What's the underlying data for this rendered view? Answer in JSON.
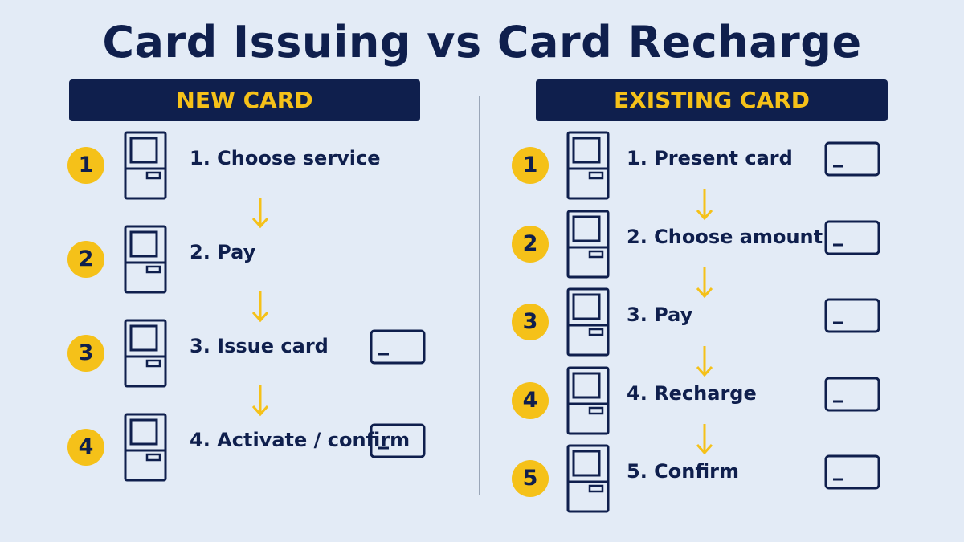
{
  "title": "Card Issuing vs Card Recharge",
  "colors": {
    "background": "#e3ebf6",
    "navy": "#0f1f4d",
    "accent": "#f5c119",
    "divider": "#9aa6b8"
  },
  "icons": {
    "kiosk": "kiosk-icon",
    "card": "card-icon",
    "arrow": "arrow-down-icon"
  },
  "new_card": {
    "header": "NEW CARD",
    "steps": [
      {
        "number": "1",
        "label": "1. Choose service",
        "card": false
      },
      {
        "number": "2",
        "label": "2. Pay",
        "card": false
      },
      {
        "number": "3",
        "label": "3. Issue card",
        "card": true
      },
      {
        "number": "4",
        "label": "4. Activate / confirm",
        "card": true
      }
    ]
  },
  "existing_card": {
    "header": "EXISTING CARD",
    "steps": [
      {
        "number": "1",
        "label": "1. Present card",
        "card": true
      },
      {
        "number": "2",
        "label": "2. Choose amount",
        "card": true
      },
      {
        "number": "3",
        "label": "3. Pay",
        "card": true
      },
      {
        "number": "4",
        "label": "4. Recharge",
        "card": true
      },
      {
        "number": "5",
        "label": "5. Confirm",
        "card": true
      }
    ]
  }
}
